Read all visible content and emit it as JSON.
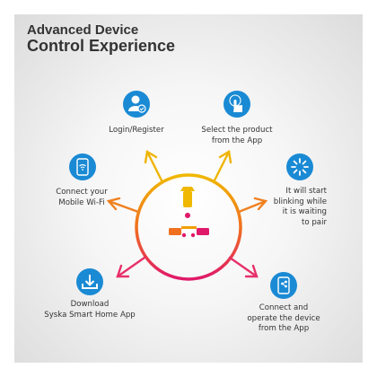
{
  "title": {
    "line1": "Advanced Device",
    "line2": "Control Experience"
  },
  "colors": {
    "icon_blue": "#1a8ad4",
    "ring_start": "#f0b800",
    "ring_mid": "#f07020",
    "ring_end": "#e0186a",
    "text": "#333333"
  },
  "steps": [
    {
      "icon": "user-check-icon",
      "lines": [
        "Login/Register"
      ]
    },
    {
      "icon": "touch-hand-icon",
      "lines": [
        "Select the product",
        "from the App"
      ]
    },
    {
      "icon": "loading-spinner-icon",
      "lines": [
        "It will start",
        "blinking while",
        "it is waiting",
        "to pair"
      ]
    },
    {
      "icon": "phone-share-icon",
      "lines": [
        "Connect and",
        "operate the device",
        "from the App"
      ]
    },
    {
      "icon": "download-icon",
      "lines": [
        "Download",
        "Syska Smart Home App"
      ]
    },
    {
      "icon": "phone-wifi-icon",
      "lines": [
        "Connect your",
        "Mobile Wi-Fi"
      ]
    }
  ],
  "center_icon": "smart-plug-icon"
}
